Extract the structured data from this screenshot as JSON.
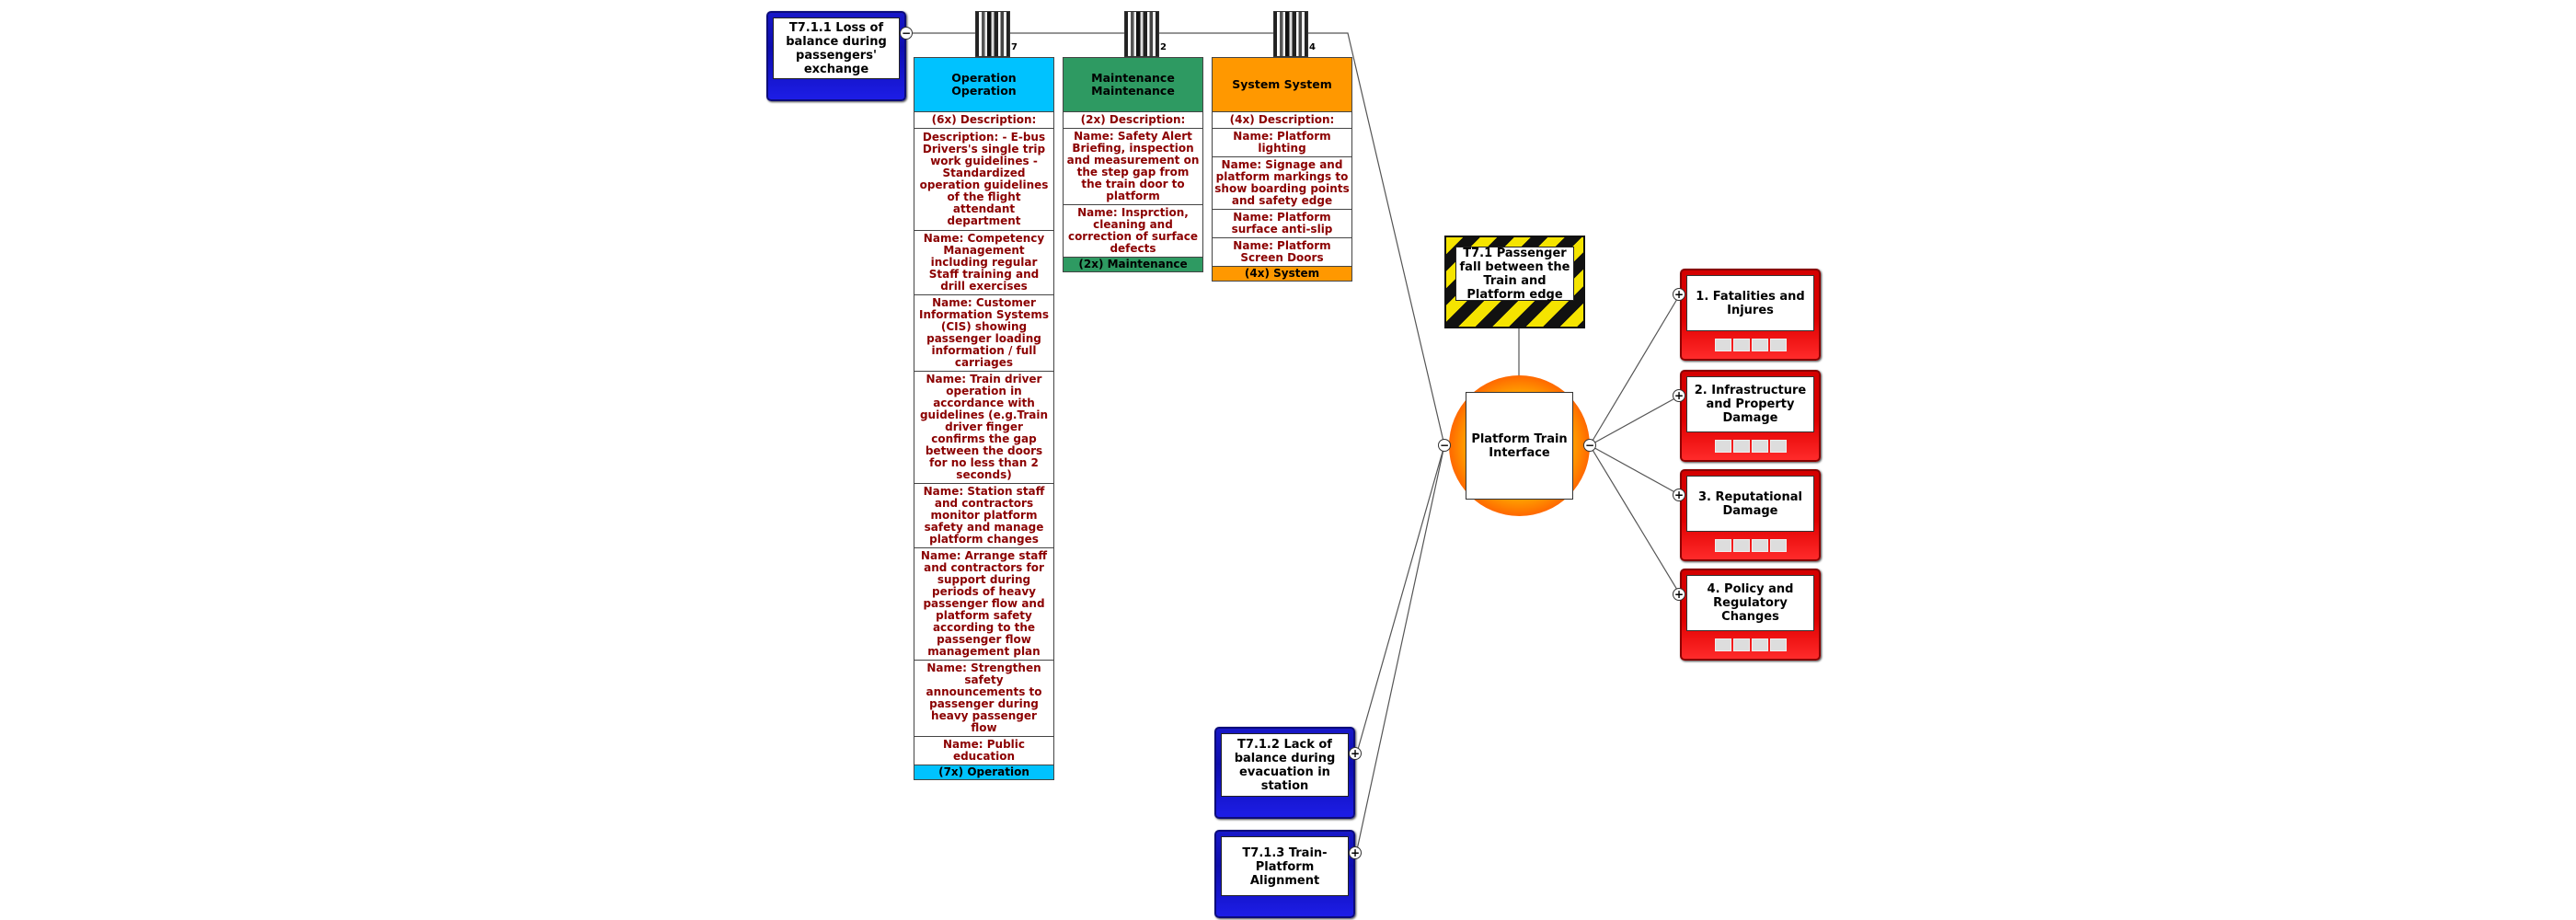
{
  "threats": {
    "t1": {
      "label": "T7.1.1 Loss of balance during passengers' exchange"
    },
    "t2": {
      "label": "T7.1.2 Lack of balance during evacuation in station"
    },
    "t3": {
      "label": "T7.1.3 Train-Platform Alignment"
    }
  },
  "hazard": {
    "label": "T7.1 Passenger fall between the Train and Platform edge"
  },
  "top_event": {
    "label": "Platform Train Interface"
  },
  "consequences": [
    {
      "label": "1. Fatalities and Injures"
    },
    {
      "label": "2. Infrastructure and Property Damage"
    },
    {
      "label": "3. Reputational Damage"
    },
    {
      "label": "4. Policy and Regulatory Changes"
    }
  ],
  "barriers": [
    {
      "count": "7"
    },
    {
      "count": "2"
    },
    {
      "count": "4"
    }
  ],
  "columns": {
    "operation": {
      "header": "Operation Operation",
      "color": "#00c2ff",
      "summary": "(6x) Description:",
      "rows": [
        "Description: - E-bus Drivers's single trip work guidelines - Standardized operation guidelines of the flight attendant department",
        "Name: Competency Management including regular Staff training and drill exercises",
        "Name: Customer Information Systems (CIS) showing passenger loading information / full carriages",
        "Name: Train driver operation in accordance with guidelines (e.g.Train driver finger confirms the gap between the doors for no less than 2 seconds)",
        "Name: Station staff and contractors monitor platform safety and manage platform changes",
        "Name: Arrange staff and contractors for support during periods of heavy passenger flow and platform safety according to the passenger flow management plan",
        "Name: Strengthen safety announcements to passenger during heavy passenger flow",
        "Name: Public education"
      ],
      "footer": "(7x) Operation"
    },
    "maintenance": {
      "header": "Maintenance Maintenance",
      "color": "#2e9a62",
      "summary": "(2x) Description:",
      "rows": [
        "Name: Safety Alert Briefing, inspection and measurement on the step gap from the train door to platform",
        "Name: Insprction, cleaning and correction of surface defects"
      ],
      "footer": "(2x) Maintenance"
    },
    "system": {
      "header": "System System",
      "color": "#ff9800",
      "summary": "(4x) Description:",
      "rows": [
        "Name: Platform lighting",
        "Name: Signage and platform markings to show boarding points and safety edge",
        "Name: Platform surface anti-slip",
        "Name: Platform Screen Doors"
      ],
      "footer": "(4x) System"
    }
  },
  "toggles": {
    "minus": "−",
    "plus": "+"
  },
  "colors": {
    "threat": "#1414c8",
    "consequence": "#e00000",
    "top_event": "#ff8a00",
    "hazard_stripe": "#f5e400",
    "control_text": "#8b0000"
  }
}
